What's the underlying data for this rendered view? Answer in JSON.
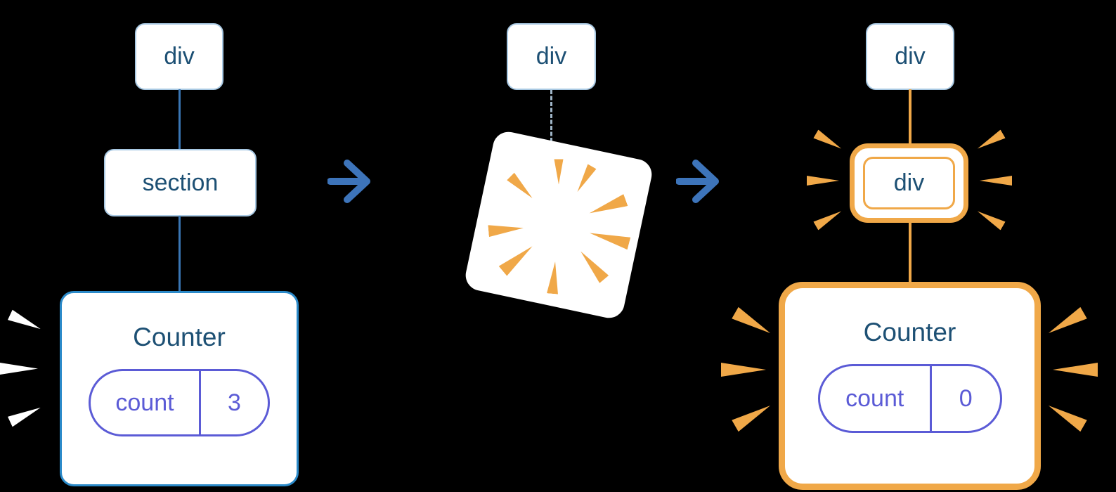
{
  "diagram": {
    "before": {
      "root_label": "div",
      "child_label": "section",
      "counter": {
        "title": "Counter",
        "state_key": "count",
        "state_value": "3"
      }
    },
    "transition": {
      "root_label": "div"
    },
    "after": {
      "root_label": "div",
      "child_label": "div",
      "counter": {
        "title": "Counter",
        "state_key": "count",
        "state_value": "0"
      }
    }
  },
  "icons": {
    "arrow_right": "→",
    "burst": "radiating-wedge",
    "poof": "disappearing-square"
  },
  "colors": {
    "bg": "#000000",
    "node_border": "#a9c9e3",
    "node_text": "#1d5074",
    "edge_blue": "#3a77b5",
    "arrow": "#3d74ba",
    "counter_border": "#2b8ac9",
    "pill_accent": "#5b5bd6",
    "highlight_orange": "#f0a848",
    "burst_white": "#ffffff",
    "dashed_edge": "#a0b6c8"
  }
}
